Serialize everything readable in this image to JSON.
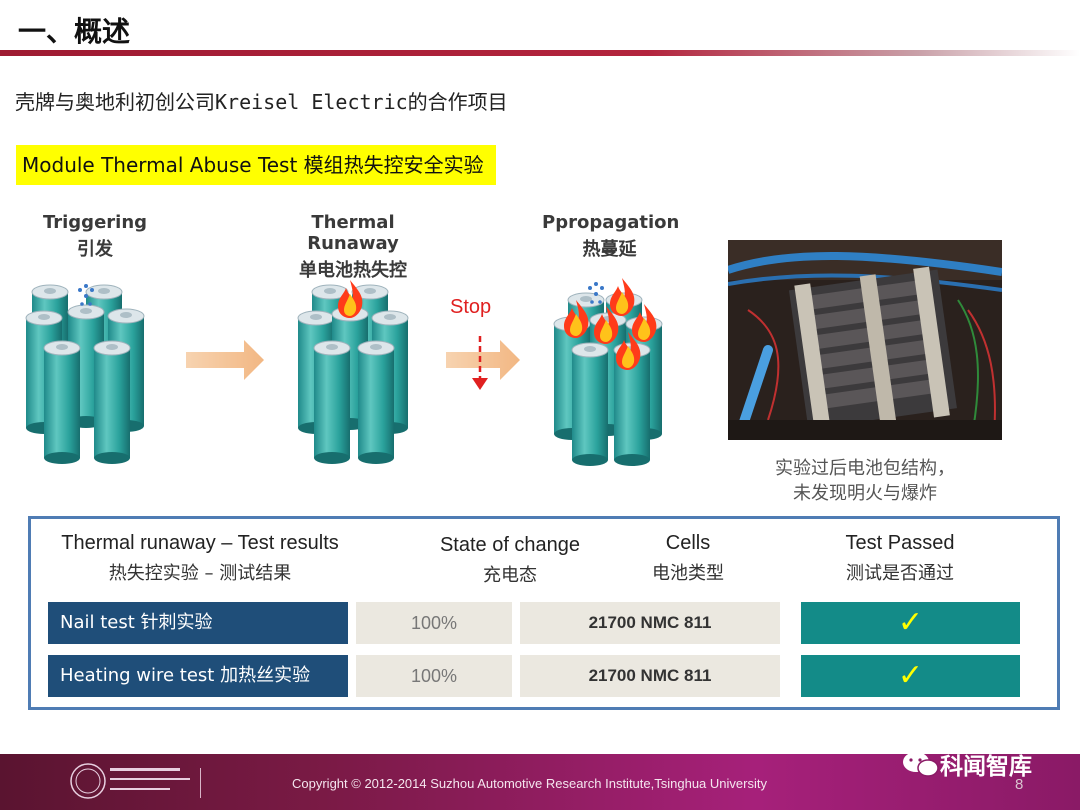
{
  "header": {
    "title": "一、概述",
    "subtitle": "壳牌与奥地利初创公司Kreisel Electric的合作项目",
    "section_label": "Module Thermal Abuse Test 模组热失控安全实验"
  },
  "stages": [
    {
      "en": "Triggering",
      "cn": "引发"
    },
    {
      "en": "Thermal Runaway",
      "cn": "单电池热失控"
    },
    {
      "en": "Ppropagation",
      "cn": "热蔓延"
    }
  ],
  "stop_label": "Stop",
  "photo_caption": {
    "line1": "实验过后电池包结构，",
    "line2": "未发现明火与爆炸"
  },
  "results": {
    "headers": [
      {
        "en": "Thermal runaway – Test results",
        "cn": "热失控实验  –  测试结果"
      },
      {
        "en": "State of change",
        "cn": "充电态"
      },
      {
        "en": "Cells",
        "cn": "电池类型"
      },
      {
        "en": "Test Passed",
        "cn": "测试是否通过"
      }
    ],
    "rows": [
      {
        "label": "Nail test  针刺实验",
        "soc": "100%",
        "cells": "21700  NMC 811",
        "passed": "✓"
      },
      {
        "label": "Heating wire test 加热丝实验",
        "soc": "100%",
        "cells": "21700 NMC 811",
        "passed": "✓"
      }
    ]
  },
  "footer": {
    "copyright": "Copyright © 2012-2014 Suzhou Automotive Research Institute,Tsinghua University",
    "page": "8",
    "watermark": "科闻智库"
  },
  "colors": {
    "accent_red": "#9e1b32",
    "highlight": "#ffff00",
    "row_label_bg": "#1f4e79",
    "pass_bg": "#138b88",
    "panel_border": "#4f7cb4"
  },
  "icons": [
    "battery-cell-icon",
    "fire-icon",
    "arrow-right-icon",
    "stop-arrow-icon",
    "check-icon",
    "wechat-icon"
  ]
}
